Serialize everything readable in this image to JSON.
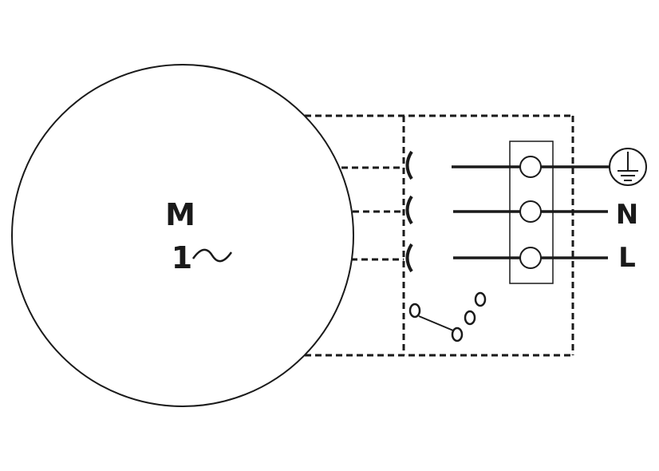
{
  "motor": {
    "label": "M",
    "phase_label": "1"
  },
  "terminals": {
    "neutral_label": "N",
    "line_label": "L"
  },
  "icons": {
    "earth": "ground-symbol-icon",
    "switch": "speed-switch-icon"
  }
}
